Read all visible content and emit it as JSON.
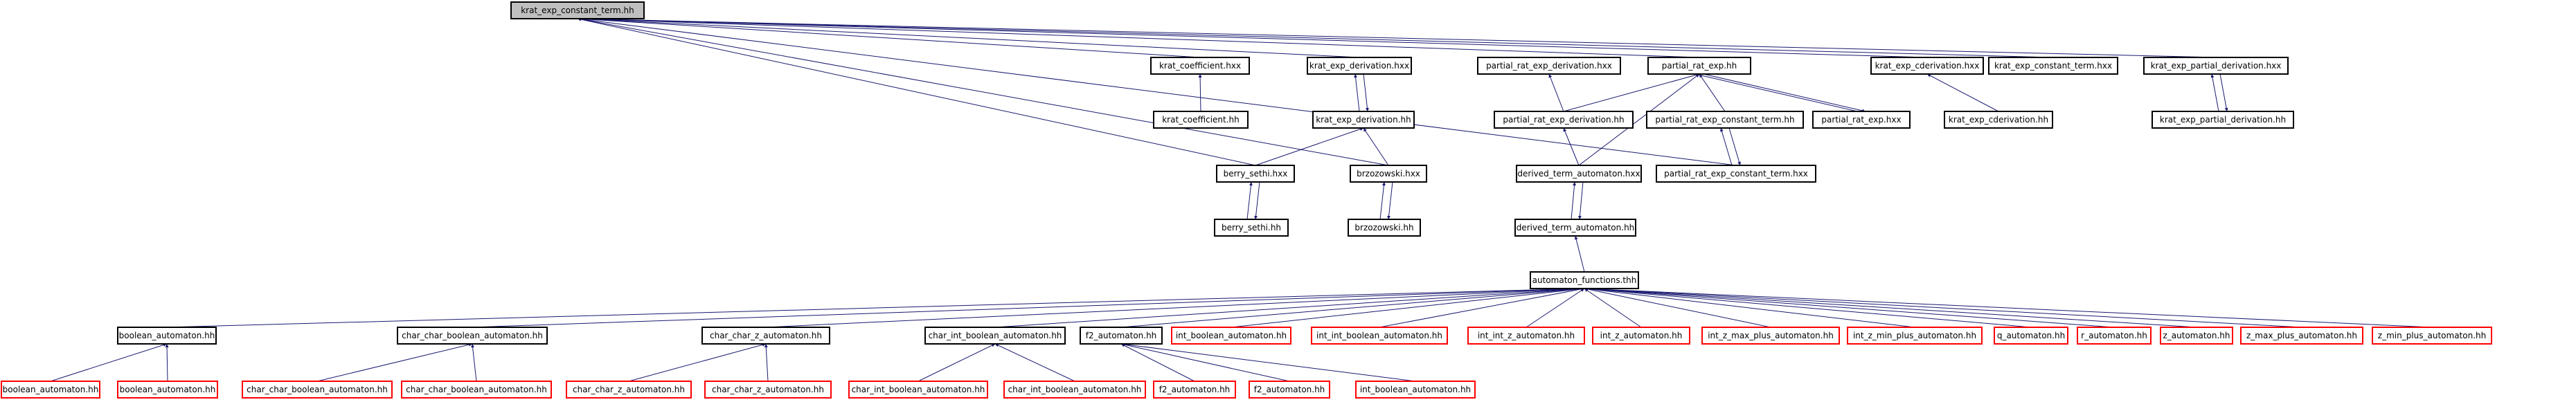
{
  "graph": {
    "edge_color": "#191970",
    "root_fill": "#bfbfbf",
    "missing_border_color": "#ff0000",
    "nodes": {
      "root": "krat_exp_constant_term.hh",
      "krat_coefficient_hxx": "krat_coefficient.hxx",
      "krat_exp_derivation_hxx": "krat_exp_derivation.hxx",
      "partial_rat_exp_derivation_hxx": "partial_rat_exp_derivation.hxx",
      "partial_rat_exp_hh": "partial_rat_exp.hh",
      "krat_exp_cderivation_hxx": "krat_exp_cderivation.hxx",
      "krat_exp_constant_term_hxx": "krat_exp_constant_term.hxx",
      "krat_exp_partial_derivation_hxx": "krat_exp_partial_derivation.hxx",
      "krat_coefficient_hh": "krat_coefficient.hh",
      "krat_exp_derivation_hh": "krat_exp_derivation.hh",
      "partial_rat_exp_derivation_hh": "partial_rat_exp_derivation.hh",
      "partial_rat_exp_constant_term_hh": "partial_rat_exp_constant_term.hh",
      "partial_rat_exp_hxx": "partial_rat_exp.hxx",
      "krat_exp_cderivation_hh": "krat_exp_cderivation.hh",
      "krat_exp_partial_derivation_hh": "krat_exp_partial_derivation.hh",
      "berry_sethi_hxx": "berry_sethi.hxx",
      "brzozowski_hxx": "brzozowski.hxx",
      "derived_term_automaton_hxx": "derived_term_automaton.hxx",
      "partial_rat_exp_constant_term_hxx": "partial_rat_exp_constant_term.hxx",
      "berry_sethi_hh": "berry_sethi.hh",
      "brzozowski_hh": "brzozowski.hh",
      "derived_term_automaton_hh": "derived_term_automaton.hh",
      "automaton_functions_thh": "automaton_functions.thh",
      "boolean_automaton_hh": "boolean_automaton.hh",
      "char_char_boolean_automaton_hh": "char_char_boolean_automaton.hh",
      "char_char_z_automaton_hh": "char_char_z_automaton.hh",
      "char_int_boolean_automaton_hh": "char_int_boolean_automaton.hh",
      "f2_automaton_hh": "f2_automaton.hh",
      "int_boolean_automaton_hh": "int_boolean_automaton.hh",
      "int_int_boolean_automaton_hh": "int_int_boolean_automaton.hh",
      "int_int_z_automaton_hh": "int_int_z_automaton.hh",
      "int_z_automaton_hh": "int_z_automaton.hh",
      "int_z_max_plus_automaton_hh": "int_z_max_plus_automaton.hh",
      "int_z_min_plus_automaton_hh": "int_z_min_plus_automaton.hh",
      "q_automaton_hh": "q_automaton.hh",
      "r_automaton_hh": "r_automaton.hh",
      "z_automaton_hh": "z_automaton.hh",
      "z_max_plus_automaton_hh": "z_max_plus_automaton.hh",
      "z_min_plus_automaton_hh": "z_min_plus_automaton.hh",
      "red_boolean_automaton_1": "boolean_automaton.hh",
      "red_boolean_automaton_2": "boolean_automaton.hh",
      "red_char_char_boolean_1": "char_char_boolean_automaton.hh",
      "red_char_char_boolean_2": "char_char_boolean_automaton.hh",
      "red_char_char_z_1": "char_char_z_automaton.hh",
      "red_char_char_z_2": "char_char_z_automaton.hh",
      "red_char_int_boolean_1": "char_int_boolean_automaton.hh",
      "red_char_int_boolean_2": "char_int_boolean_automaton.hh",
      "red_f2_1": "f2_automaton.hh",
      "red_f2_2": "f2_automaton.hh",
      "red_int_boolean": "int_boolean_automaton.hh"
    }
  }
}
